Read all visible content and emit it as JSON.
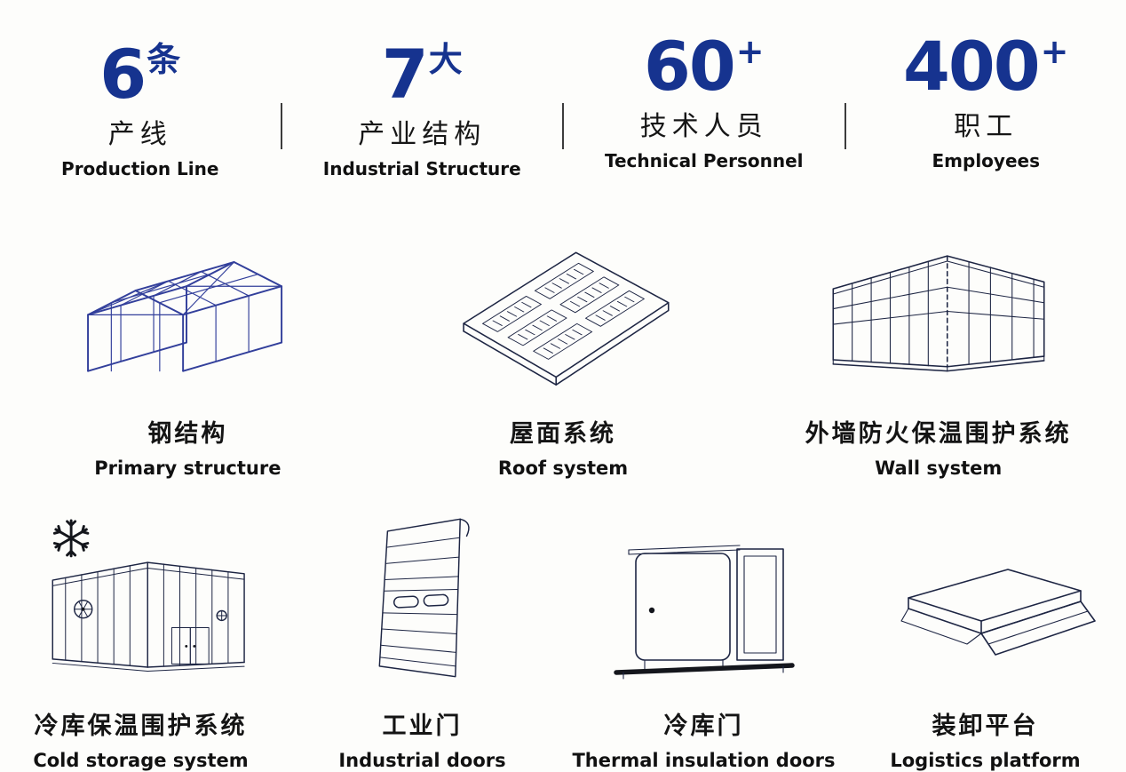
{
  "colors": {
    "accent": "#16338f",
    "line_ink": "#1d2543",
    "steel_blue": "#323f9b",
    "background": "#fdfdfb"
  },
  "stats": [
    {
      "number": "6",
      "suffix": "条",
      "label_zh": "产线",
      "label_en": "Production Line"
    },
    {
      "number": "7",
      "suffix": "大",
      "label_zh": "产业结构",
      "label_en": "Industrial Structure"
    },
    {
      "number": "60",
      "suffix": "+",
      "label_zh": "技术人员",
      "label_en": "Technical Personnel"
    },
    {
      "number": "400",
      "suffix": "+",
      "label_zh": "职工",
      "label_en": "Employees"
    }
  ],
  "products_row1": [
    {
      "icon": "steel-structure-icon",
      "label_zh": "钢结构",
      "label_en": "Primary structure"
    },
    {
      "icon": "roof-system-icon",
      "label_zh": "屋面系统",
      "label_en": "Roof system"
    },
    {
      "icon": "wall-system-icon",
      "label_zh": "外墙防火保温围护系统",
      "label_en": "Wall system"
    }
  ],
  "products_row2": [
    {
      "icon": "cold-storage-icon",
      "label_zh": "冷库保温围护系统",
      "label_en": "Cold storage system"
    },
    {
      "icon": "industrial-door-icon",
      "label_zh": "工业门",
      "label_en": "Industrial doors"
    },
    {
      "icon": "cold-storage-door-icon",
      "label_zh": "冷库门",
      "label_en": "Thermal insulation doors"
    },
    {
      "icon": "dock-platform-icon",
      "label_zh": "装卸平台",
      "label_en": "Logistics platform"
    }
  ]
}
